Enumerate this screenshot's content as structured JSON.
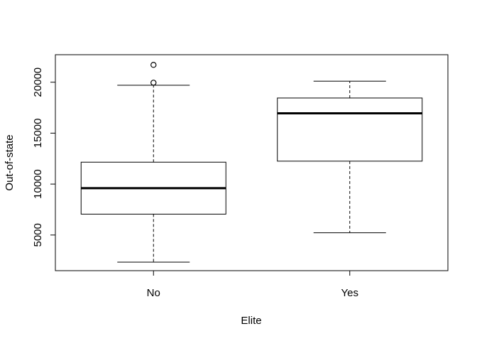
{
  "chart_data": {
    "type": "box",
    "title": "",
    "xlabel": "Elite",
    "ylabel": "Out-of-state",
    "categories": [
      "No",
      "Yes"
    ],
    "boxes": [
      {
        "category": "No",
        "whisker_low": 2340,
        "q1": 7050,
        "median": 9600,
        "q3": 12150,
        "whisker_high": 19700,
        "outliers": [
          19950,
          21700
        ]
      },
      {
        "category": "Yes",
        "whisker_low": 5220,
        "q1": 12250,
        "median": 16950,
        "q3": 18450,
        "whisker_high": 20100,
        "outliers": []
      }
    ],
    "ylim": [
      1500,
      22700
    ],
    "yticks": [
      5000,
      10000,
      15000,
      20000
    ],
    "ytick_labels": [
      "5000",
      "10000",
      "15000",
      "20000"
    ],
    "grid": false,
    "legend": "none"
  }
}
